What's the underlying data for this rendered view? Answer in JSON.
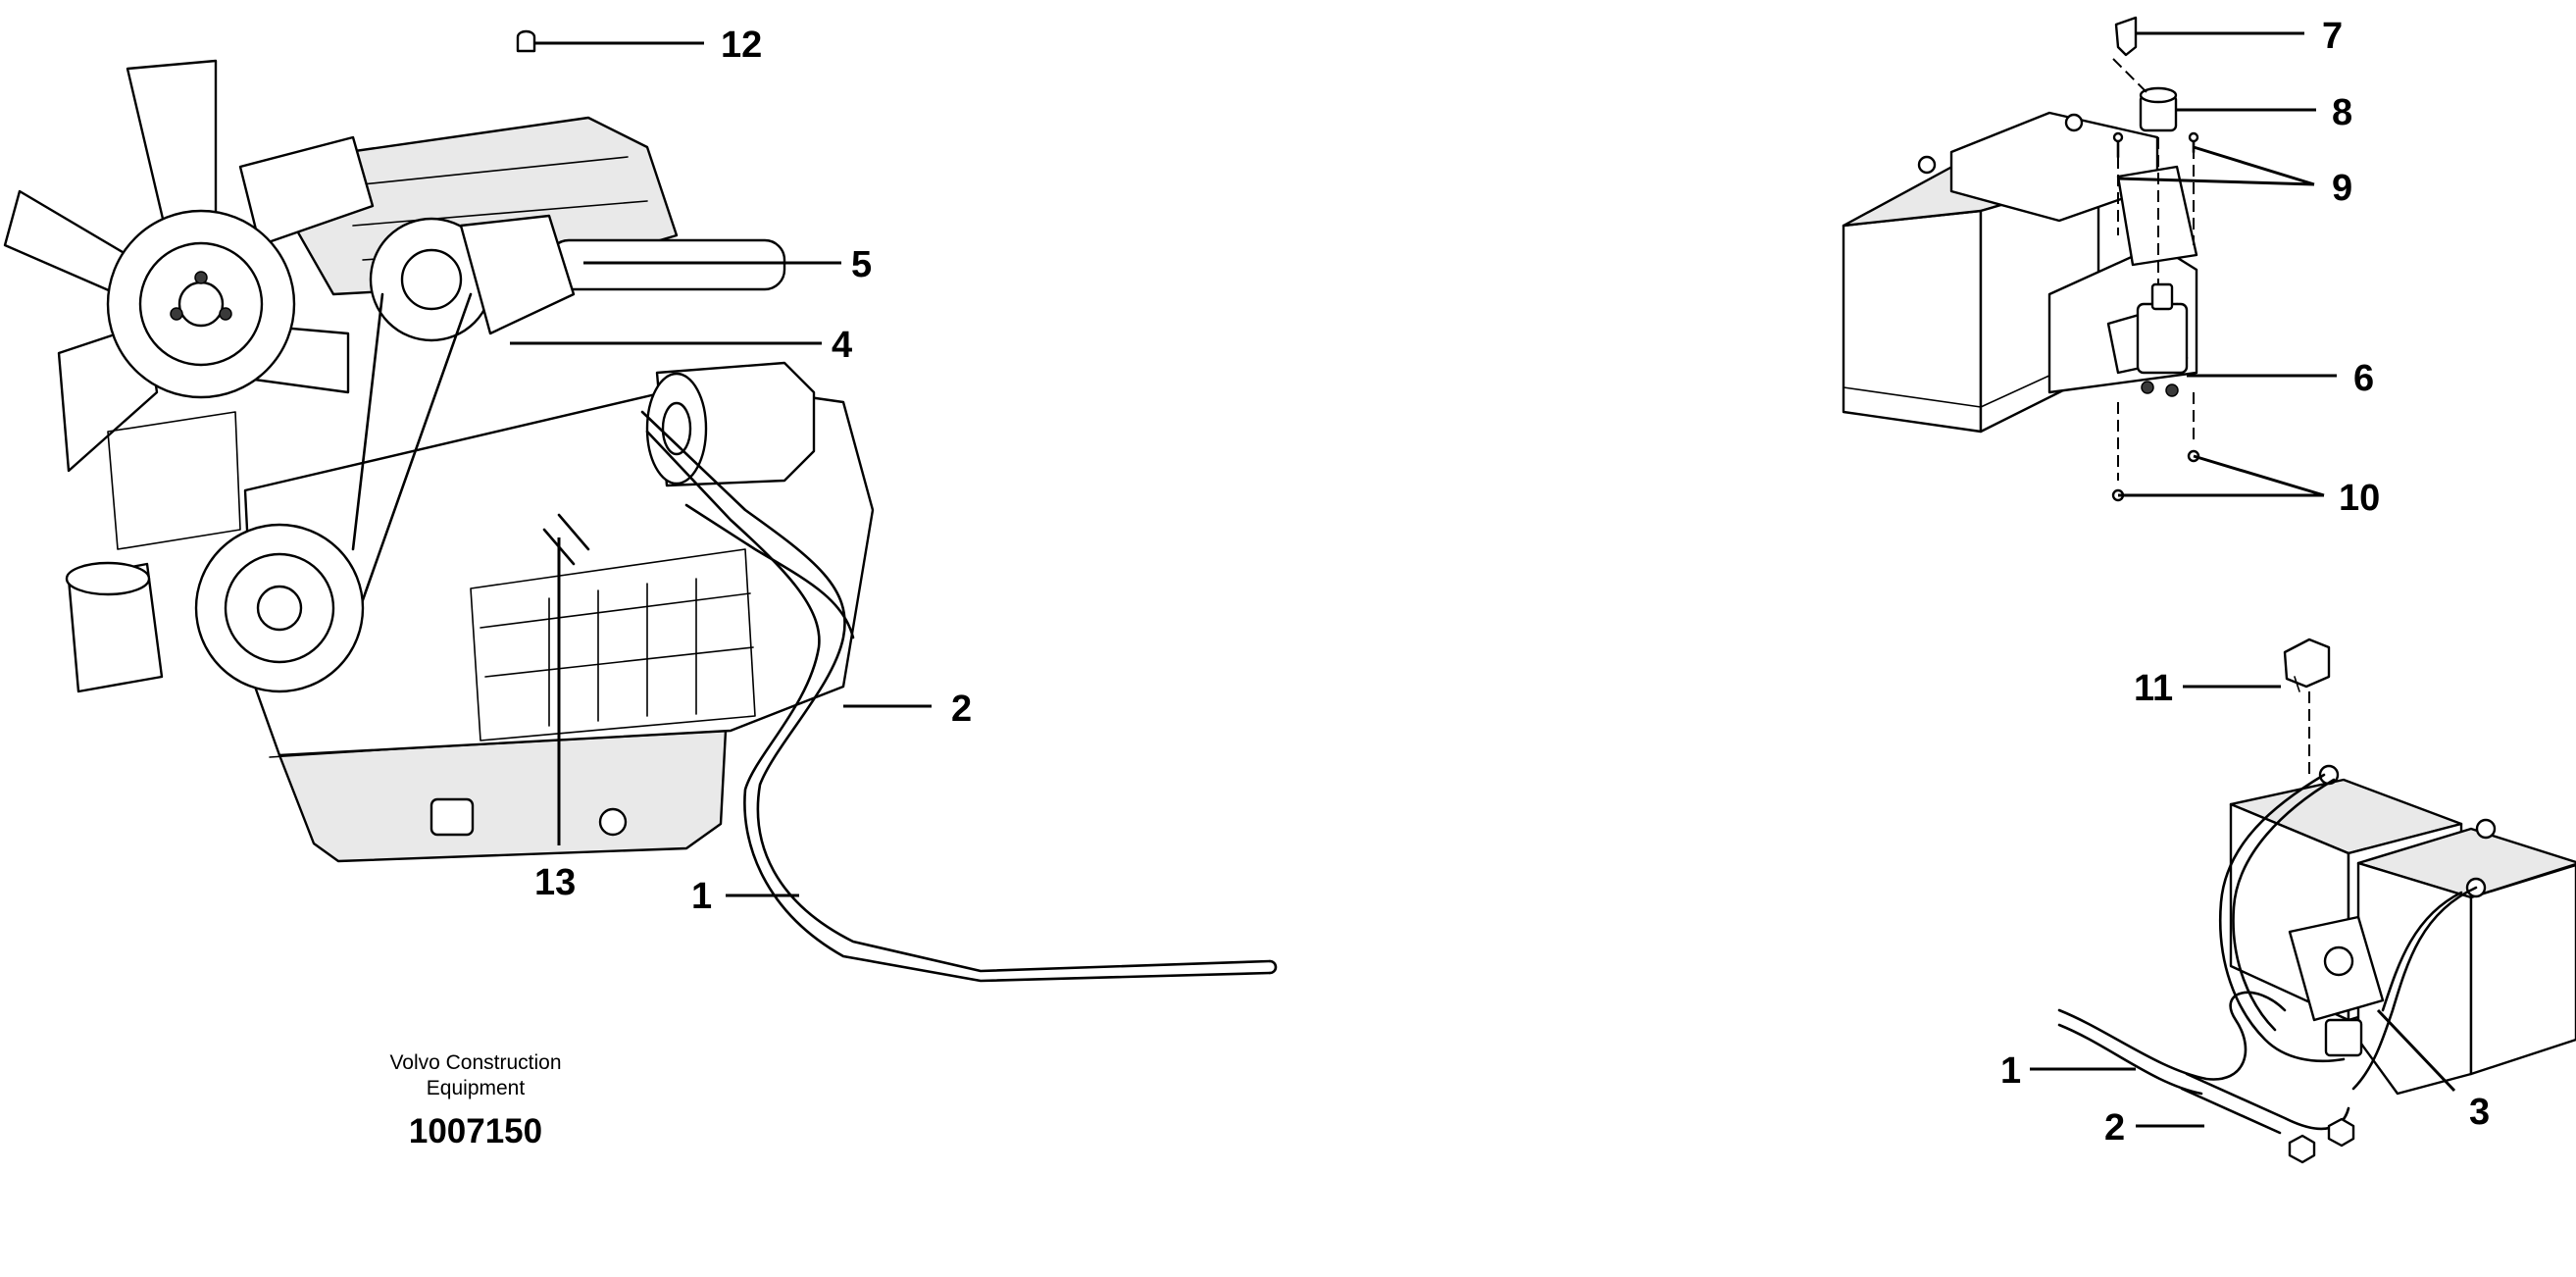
{
  "callouts": {
    "engine": {
      "c12": "12",
      "c5": "5",
      "c4": "4",
      "c2": "2",
      "c13": "13",
      "c1": "1"
    },
    "bracket": {
      "c7": "7",
      "c8": "8",
      "c9": "9",
      "c6": "6",
      "c10": "10"
    },
    "battery": {
      "c11": "11",
      "c1": "1",
      "c2": "2",
      "c3": "3"
    }
  },
  "caption": {
    "line1": "Volvo Construction",
    "line2": "Equipment",
    "number": "1007150"
  }
}
